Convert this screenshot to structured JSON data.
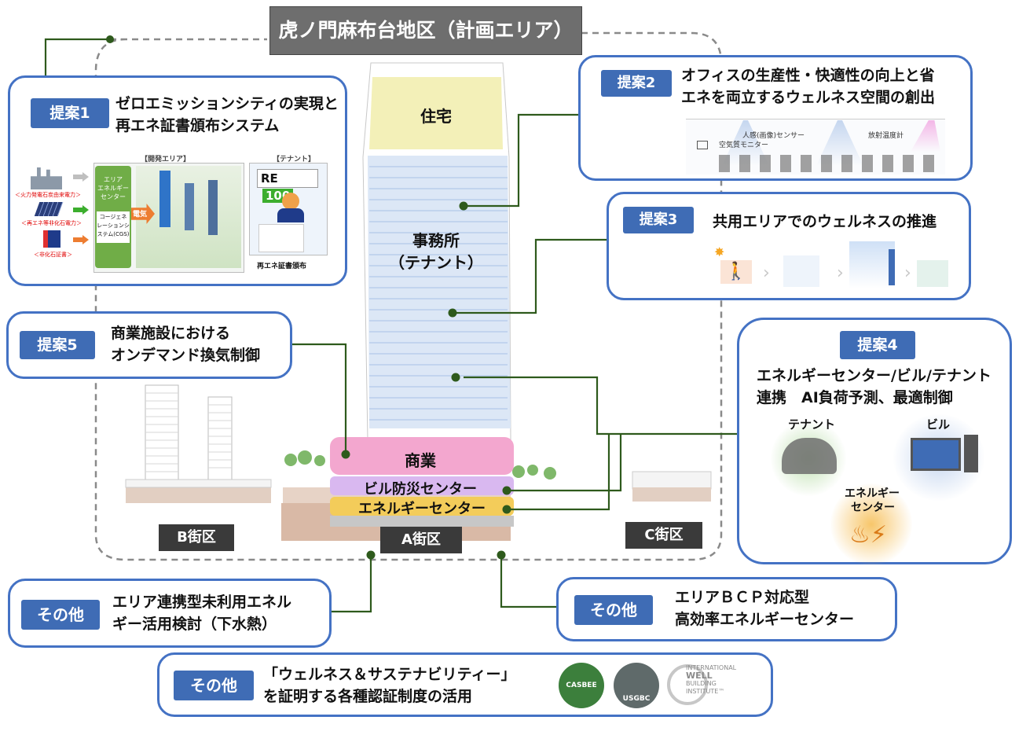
{
  "title": "虎ノ門麻布台地区（計画エリア）",
  "tower": {
    "residential": "住宅",
    "office_line1": "事務所",
    "office_line2": "（テナント）",
    "commercial": "商業",
    "disaster_center": "ビル防災センター",
    "energy_center": "エネルギーセンター"
  },
  "districts": {
    "a": "A街区",
    "b": "B街区",
    "c": "C街区"
  },
  "proposal1": {
    "tag": "提案1",
    "line1": "ゼロエミッションシティの実現と",
    "line2": "再エネ証書頒布システム",
    "dev_area": "【開発エリア】",
    "tenant": "【テナント】",
    "thermal": "＜火力発電石炭由来電力＞",
    "renewable": "＜再エネ等非化石電力＞",
    "nonfossil": "＜非化石証書＞",
    "area_center_1": "エリア",
    "area_center_2": "エネルギー",
    "area_center_3": "センター",
    "cgs_1": "コージェネ",
    "cgs_2": "レーションシ",
    "cgs_3": "ステム(CGS)",
    "electricity": "電気",
    "re": "RE",
    "re100": "100",
    "cert": "再エネ証書頒布"
  },
  "proposal2": {
    "tag": "提案2",
    "line1": "オフィスの生産性・快適性の向上と省",
    "line2": "エネを両立するウェルネス空間の創出",
    "sensor": "人感(画像)センサー",
    "air": "空気質モニター",
    "radiant": "放射温度計"
  },
  "proposal3": {
    "tag": "提案3",
    "line1": "共用エリアでのウェルネスの推進"
  },
  "proposal4": {
    "tag": "提案4",
    "line1": "エネルギーセンター/ビル/テナント",
    "line2": "連携　AI負荷予測、最適制御",
    "tenant": "テナント",
    "building": "ビル",
    "energy1": "エネルギー",
    "energy2": "センター"
  },
  "proposal5": {
    "tag": "提案5",
    "line1": "商業施設における",
    "line2": "オンデマンド換気制御"
  },
  "other1": {
    "tag": "その他",
    "line1": "エリア連携型未利用エネル",
    "line2": "ギー活用検討（下水熱）"
  },
  "other2": {
    "tag": "その他",
    "line1": "エリアＢＣＰ対応型",
    "line2": "高効率エネルギーセンター"
  },
  "other3": {
    "tag": "その他",
    "line1": "「ウェルネス＆サステナビリティー」",
    "line2": "を証明する各種認証制度の活用",
    "casbee": "CASBEE",
    "usgbc": "USGBC",
    "well1": "INTERNATIONAL",
    "well2": "WELL",
    "well3": "BUILDING",
    "well4": "INSTITUTE™"
  },
  "colors": {
    "accent": "#3f6cb5",
    "connector": "#2e5a1c",
    "residential": "#f3f0b8",
    "office": "#dce7f6",
    "commercial": "#f3a7cf",
    "disaster": "#d9b8f0",
    "energy": "#f3cc5a"
  }
}
